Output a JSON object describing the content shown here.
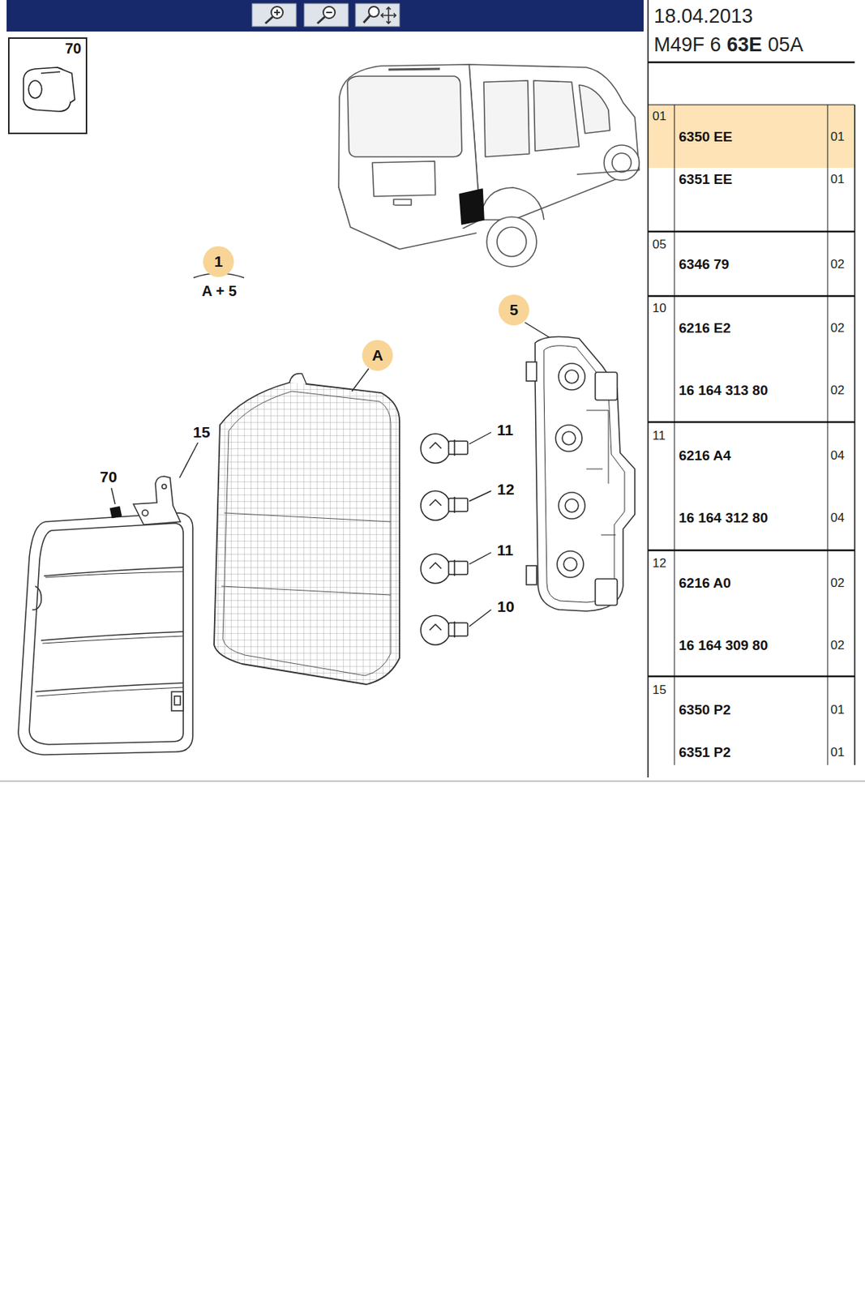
{
  "diagram": {
    "nodes": [
      {
        "text": [
          "70"
        ]
      },
      {
        "text": [
          "1"
        ]
      },
      {
        "text": [
          "A"
        ]
      },
      {
        "text": [
          "5"
        ]
      }
    ],
    "labels": [
      "18.04.2013",
      "M49F 6",
      "63E",
      "05A",
      "01",
      "6350 EE",
      "01",
      "6351 EE",
      "01",
      "05",
      "6346 79",
      "02",
      "10",
      "6216 E2",
      "02",
      "16 164 313 80",
      "02",
      "11",
      "6216 A4",
      "04",
      "16 164 312 80",
      "04",
      "12",
      "6216 A0",
      "02",
      "16 164 309 80",
      "02",
      "15",
      "6350 P2",
      "01",
      "6351 P2",
      "01",
      "A + 5",
      "15",
      "70",
      "11",
      "12",
      "11",
      "10"
    ]
  }
}
